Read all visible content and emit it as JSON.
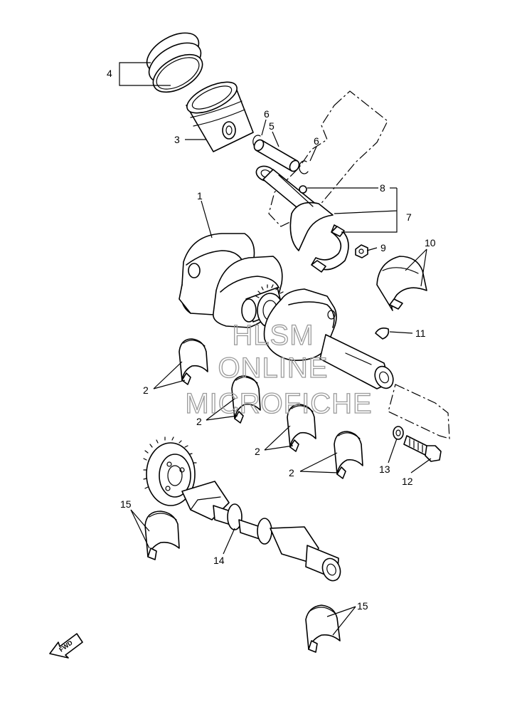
{
  "diagram": {
    "callouts": {
      "c1": "1",
      "c2a": "2",
      "c2b": "2",
      "c2c": "2",
      "c2d": "2",
      "c3": "3",
      "c4": "4",
      "c5": "5",
      "c6a": "6",
      "c6b": "6",
      "c7": "7",
      "c8": "8",
      "c9": "9",
      "c10": "10",
      "c11": "11",
      "c12": "12",
      "c13": "13",
      "c14": "14",
      "c15a": "15",
      "c15b": "15"
    },
    "watermark": {
      "line1": "HLSM",
      "line2": "ONLINE",
      "line3": "MICROFICHE"
    },
    "fwd_label": "FWD"
  }
}
